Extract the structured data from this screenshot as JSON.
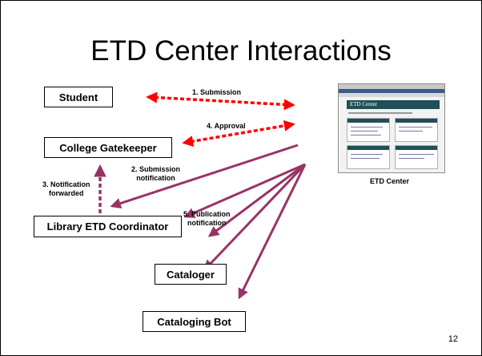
{
  "title": "ETD Center Interactions",
  "nodes": {
    "student": "Student",
    "gatekeeper": "College Gatekeeper",
    "coordinator": "Library ETD Coordinator",
    "cataloger": "Cataloger",
    "bot": "Cataloging Bot",
    "etd_center": "ETD Center"
  },
  "edges": {
    "submission": "1. Submission",
    "submission_notification": [
      "2. Submission",
      "notification"
    ],
    "notification_forwarded": [
      "3. Notification",
      "forwarded"
    ],
    "approval": "4. Approval",
    "publication_notification": [
      "5. Publication",
      "notification"
    ]
  },
  "colors": {
    "dashed_arrow": "#ff0000",
    "solid_arrow": "#993366",
    "forward_arrow": "#993366"
  },
  "screenshot": {
    "header": "ETD Center"
  },
  "page_number": "12"
}
